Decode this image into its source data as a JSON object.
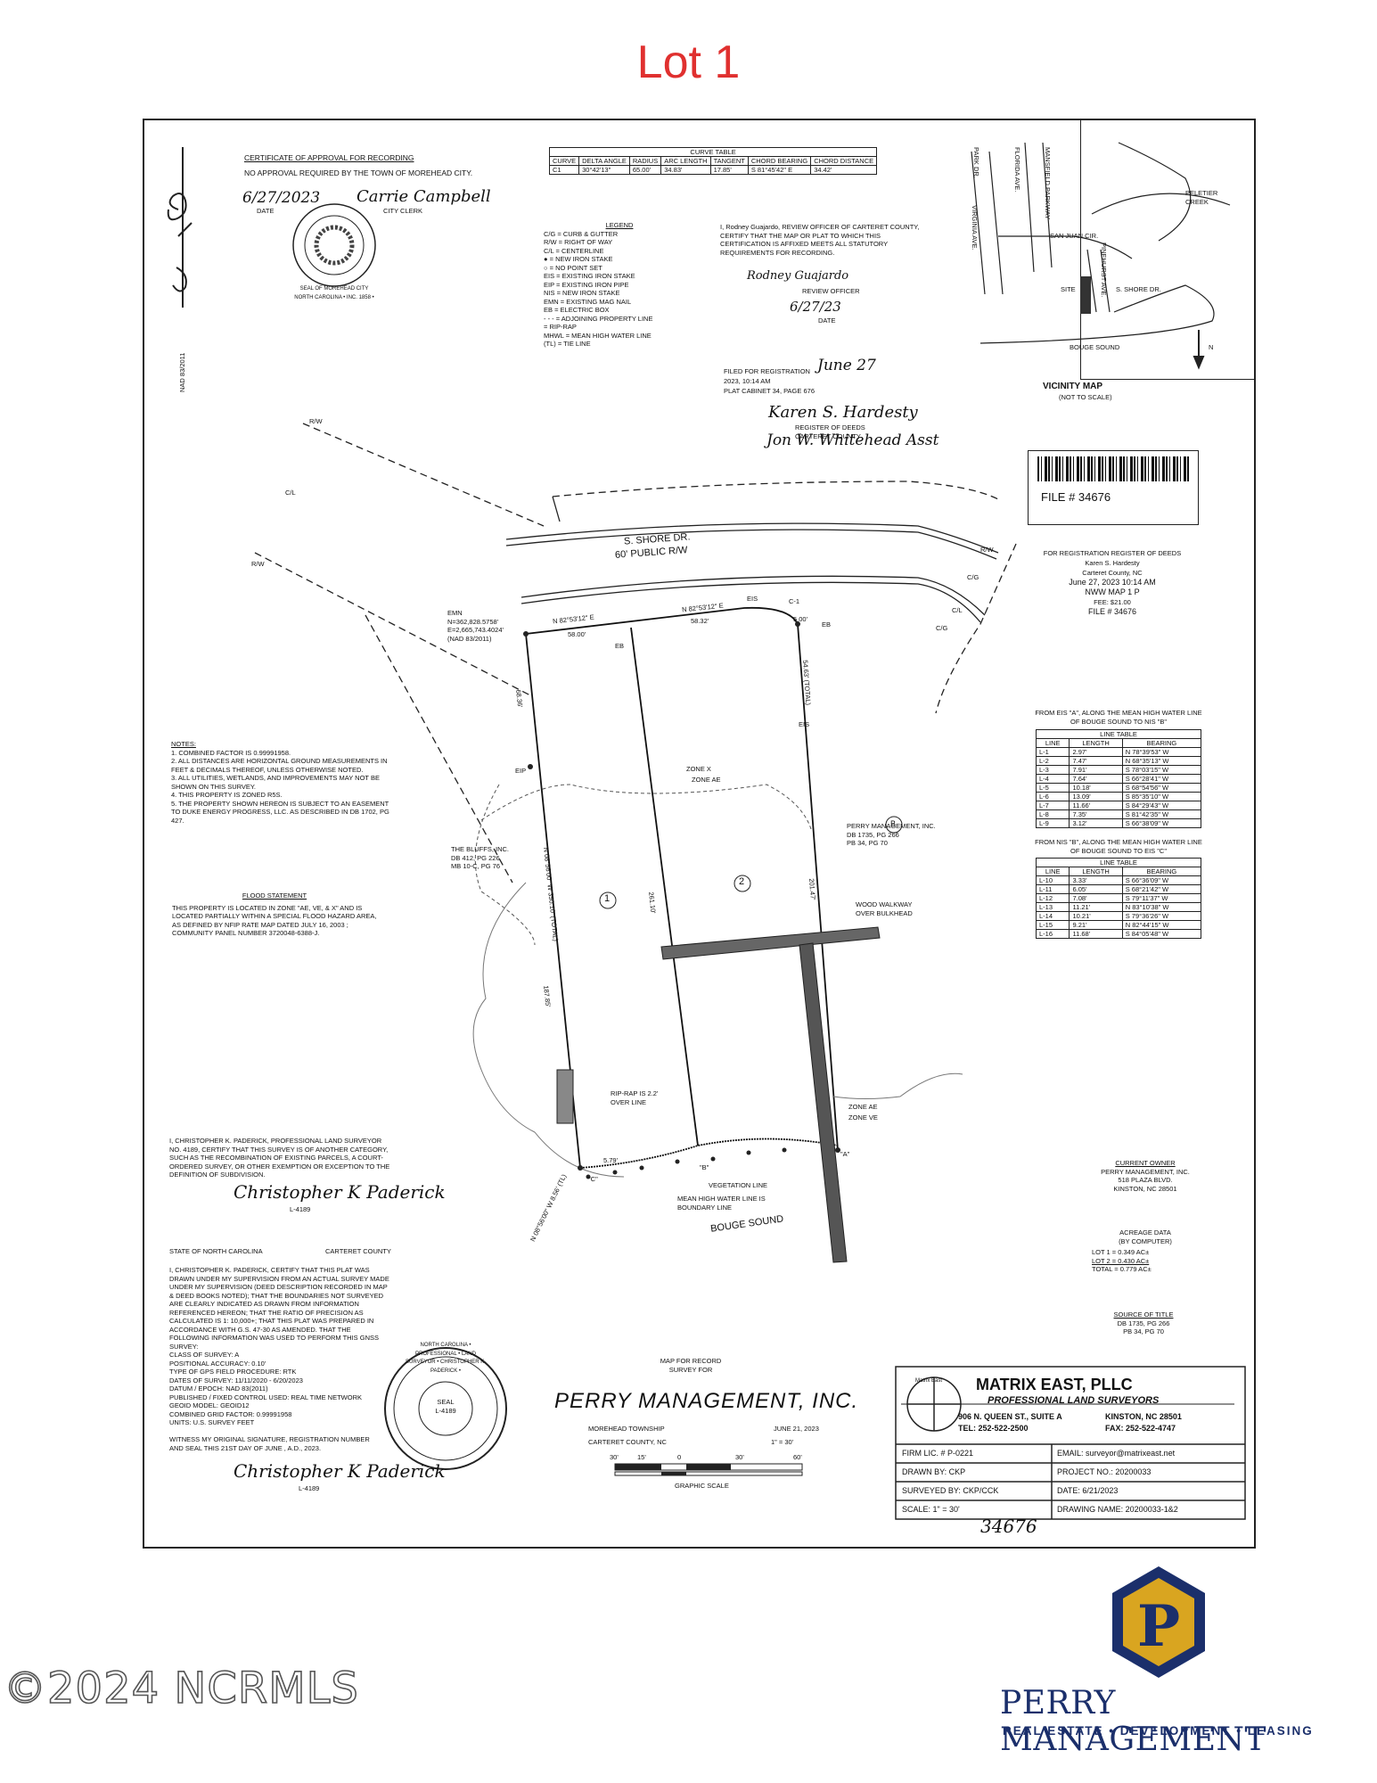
{
  "header": {
    "title": "Lot 1"
  },
  "approval": {
    "title": "CERTIFICATE OF APPROVAL FOR RECORDING",
    "text": "NO APPROVAL REQUIRED BY THE TOWN OF MOREHEAD CITY.",
    "date_signed": "6/27/2023",
    "signature": "Carrie Campbell",
    "date_label": "DATE",
    "clerk_label": "CITY CLERK"
  },
  "curve_table": {
    "title": "CURVE TABLE",
    "headers": [
      "CURVE",
      "DELTA ANGLE",
      "RADIUS",
      "ARC LENGTH",
      "TANGENT",
      "CHORD BEARING",
      "CHORD DISTANCE"
    ],
    "rows": [
      [
        "C1",
        "30°42'13\"",
        "65.00'",
        "34.83'",
        "17.85'",
        "S 81°45'42\" E",
        "34.42'"
      ]
    ]
  },
  "legend": {
    "title": "LEGEND",
    "items": [
      "C/G = CURB & GUTTER",
      "R/W = RIGHT OF WAY",
      "C/L = CENTERLINE",
      "● = NEW IRON STAKE",
      "○ = NO POINT SET",
      "EIS = EXISTING IRON STAKE",
      "EIP = EXISTING IRON PIPE",
      "NIS = NEW IRON STAKE",
      "EMN = EXISTING MAG NAIL",
      "EB = ELECTRIC BOX",
      "- - - = ADJOINING PROPERTY LINE",
      "= RIP-RAP",
      "MHWL = MEAN HIGH WATER LINE",
      "(TL) = TIE LINE"
    ]
  },
  "review": {
    "text": "I, Rodney Guajardo, REVIEW OFFICER OF CARTERET COUNTY, CERTIFY THAT THE MAP OR PLAT TO WHICH THIS CERTIFICATION IS AFFIXED MEETS ALL STATUTORY REQUIREMENTS FOR RECORDING.",
    "signature": "Rodney Guajardo",
    "officer_label": "REVIEW OFFICER",
    "date_signed": "6/27/23",
    "date_label": "DATE"
  },
  "registration": {
    "filed_label": "FILED FOR REGISTRATION",
    "filed_date": "June 27",
    "year_time": "2023, 10:14 AM",
    "plat_cabinet": "PLAT CABINET 34, PAGE 676",
    "register_signature": "Karen S. Hardesty",
    "register_label": "REGISTER OF DEEDS CARTERET COUNTY",
    "assistant_signature": "Jon W. Whitehead Asst"
  },
  "stamp": {
    "file_no": "FILE # 34676",
    "header": "FOR REGISTRATION REGISTER OF DEEDS",
    "name": "Karen S. Hardesty",
    "county": "Carteret County, NC",
    "datetime": "June 27, 2023 10:14 AM",
    "type": "NWW MAP 1 P",
    "fee": "FEE: $21.00",
    "file_no2": "FILE # 34676"
  },
  "vicinity": {
    "title": "VICINITY MAP",
    "subtitle": "(NOT TO SCALE)",
    "labels": [
      "PARK DR.",
      "FLORIDA AVE.",
      "MANSFIELD PARKWAY",
      "VIRGINIA AVE.",
      "SAN JUAN CIR.",
      "PELETIER CREEK",
      "PINEHURST AVE.",
      "SITE",
      "S. SHORE DR.",
      "BOUGE SOUND",
      "N"
    ]
  },
  "plat": {
    "road": "S. SHORE DR.",
    "road_rw": "60' PUBLIC R/W",
    "lot1": "1",
    "lot2": "2",
    "emn": "EMN\nN=362,828.5758'\nE=2,665,743.4024'\n(NAD 83/2011)",
    "bearing_top1": "N 82°53'12\" E",
    "dist_top1": "58.00'",
    "bearing_top2": "N 82°53'12\" E",
    "dist_top2": "58.32'",
    "c1": "C-1",
    "offset": "5.00'",
    "eb": "EB",
    "eis": "EIS",
    "eip": "EIP",
    "left_dist": "68.36'",
    "left_total": "N 08°56'00\" W 350.10' (TOTAL)",
    "left_187": "187.85'",
    "mid_dist": "261.10'",
    "right_dist": "54.63' (TOTAL)",
    "right2": "201.47'",
    "zone_x": "ZONE X",
    "zone_ae": "ZONE AE",
    "zone_ae2": "ZONE AE",
    "zone_ve": "ZONE VE",
    "bluffs": "THE BLUFFS, INC.\nDB 412, PG 226\nMB 10-C, PG 76",
    "perry_adj": "PERRY MANAGEMENT, INC.\nDB 1735, PG 266\nPB 34, PG 70",
    "b_marker": "B",
    "walkway": "WOOD WALKWAY OVER BULKHEAD",
    "riprap": "RIP-RAP IS 2.2' OVER LINE",
    "mhwl": "MEAN HIGH WATER LINE IS BOUNDARY LINE",
    "vegetation": "VEGETATION LINE",
    "bouge": "BOUGE SOUND",
    "tie": "N 08°56'00\" W 8.56' (TL)",
    "c_label": "\"C\"",
    "a_label": "\"A\"",
    "b_label": "\"B\"",
    "d579": "5.79'",
    "rw": "R/W",
    "cl": "C/L",
    "cg": "C/G"
  },
  "notes": {
    "title": "NOTES:",
    "items": [
      "1. COMBINED FACTOR IS 0.99991958.",
      "2. ALL DISTANCES ARE HORIZONTAL GROUND MEASUREMENTS IN FEET & DECIMALS THEREOF, UNLESS OTHERWISE NOTED.",
      "3. ALL UTILITIES, WETLANDS, AND IMPROVEMENTS MAY NOT BE SHOWN ON THIS SURVEY.",
      "4. THIS PROPERTY IS ZONED R5S.",
      "5. THE PROPERTY SHOWN HEREON IS SUBJECT TO AN EASEMENT TO DUKE ENERGY PROGRESS, LLC. AS DESCRIBED IN DB 1702, PG 427."
    ]
  },
  "flood": {
    "title": "FLOOD STATEMENT",
    "text": "THIS PROPERTY IS LOCATED IN ZONE \"AE, VE, & X\" AND IS LOCATED PARTIALLY WITHIN A SPECIAL FLOOD HAZARD AREA, AS DEFINED BY NFIP RATE MAP DATED JULY 16, 2003 ; COMMUNITY PANEL NUMBER 3720048-6388-J."
  },
  "line_table_a": {
    "caption": "FROM EIS \"A\", ALONG THE MEAN HIGH WATER LINE OF BOUGE SOUND TO NIS \"B\"",
    "title": "LINE TABLE",
    "headers": [
      "LINE",
      "LENGTH",
      "BEARING"
    ],
    "rows": [
      [
        "L-1",
        "2.97'",
        "N 78°39'53\" W"
      ],
      [
        "L-2",
        "7.47'",
        "N 68°35'13\" W"
      ],
      [
        "L-3",
        "7.91'",
        "S 78°03'15\" W"
      ],
      [
        "L-4",
        "7.64'",
        "S 66°28'41\" W"
      ],
      [
        "L-5",
        "10.18'",
        "S 68°54'56\" W"
      ],
      [
        "L-6",
        "13.09'",
        "S 85°35'10\" W"
      ],
      [
        "L-7",
        "11.66'",
        "S 84°29'43\" W"
      ],
      [
        "L-8",
        "7.35'",
        "S 81°42'35\" W"
      ],
      [
        "L-9",
        "3.12'",
        "S 66°38'09\" W"
      ]
    ]
  },
  "line_table_b": {
    "caption": "FROM NIS \"B\", ALONG THE MEAN HIGH WATER LINE OF BOUGE SOUND TO EIS \"C\"",
    "title": "LINE TABLE",
    "headers": [
      "LINE",
      "LENGTH",
      "BEARING"
    ],
    "rows": [
      [
        "L-10",
        "3.33'",
        "S 66°36'09\" W"
      ],
      [
        "L-11",
        "6.05'",
        "S 68°21'42\" W"
      ],
      [
        "L-12",
        "7.08'",
        "S 79°11'37\" W"
      ],
      [
        "L-13",
        "11.21'",
        "N 83°10'38\" W"
      ],
      [
        "L-14",
        "10.21'",
        "S 79°36'26\" W"
      ],
      [
        "L-15",
        "9.21'",
        "N 82°44'15\" W"
      ],
      [
        "L-16",
        "11.68'",
        "S 84°05'48\" W"
      ]
    ]
  },
  "owner": {
    "title": "CURRENT OWNER",
    "lines": [
      "PERRY MANAGEMENT, INC.",
      "518 PLAZA BLVD.",
      "KINSTON, NC 28501"
    ]
  },
  "acreage": {
    "title": "ACREAGE DATA",
    "subtitle": "(BY COMPUTER)",
    "lot1": "LOT 1 = 0.349 AC±",
    "lot2": "LOT 2 = 0.430 AC±",
    "total": "TOTAL = 0.779 AC±"
  },
  "title_source": {
    "title": "SOURCE OF TITLE",
    "lines": [
      "DB 1735, PG 266",
      "PB 34, PG 70"
    ]
  },
  "surveyor_cert1": {
    "text": "I, CHRISTOPHER K. PADERICK, PROFESSIONAL LAND SURVEYOR NO. 4189, CERTIFY THAT THIS SURVEY IS OF ANOTHER CATEGORY, SUCH AS THE RECOMBINATION OF EXISTING PARCELS, A COURT-ORDERED SURVEY, OR OTHER EXEMPTION OR EXCEPTION TO THE DEFINITION OF SUBDIVISION.",
    "signature": "Christopher K Paderick",
    "license": "L-4189"
  },
  "surveyor_cert2": {
    "state": "STATE OF NORTH CAROLINA",
    "county": "CARTERET COUNTY",
    "text": "I, CHRISTOPHER K. PADERICK, CERTIFY THAT THIS PLAT WAS DRAWN UNDER MY SUPERVISION FROM AN ACTUAL SURVEY MADE UNDER MY SUPERVISION (DEED DESCRIPTION RECORDED IN MAP & DEED BOOKS NOTED); THAT THE BOUNDARIES NOT SURVEYED ARE CLEARLY INDICATED AS DRAWN FROM INFORMATION REFERENCED HEREON; THAT THE RATIO OF PRECISION AS CALCULATED IS 1: 10,000+; THAT THIS PLAT WAS PREPARED IN ACCORDANCE WITH G.S. 47-30 AS AMENDED. THAT THE FOLLOWING INFORMATION WAS USED TO PERFORM THIS GNSS SURVEY:",
    "fields": [
      "CLASS OF SURVEY: A",
      "POSITIONAL ACCURACY: 0.10'",
      "TYPE OF GPS FIELD PROCEDURE: RTK",
      "DATES OF SURVEY: 11/11/2020 - 6/20/2023",
      "DATUM / EPOCH: NAD 83(2011)",
      "PUBLISHED / FIXED CONTROL USED: REAL TIME NETWORK",
      "GEOID MODEL: GEOID12",
      "COMBINED GRID FACTOR: 0.99991958",
      "UNITS: U.S. SURVEY FEET"
    ],
    "witness": "WITNESS MY ORIGINAL SIGNATURE, REGISTRATION NUMBER AND SEAL THIS 21ST DAY OF JUNE , A.D., 2023.",
    "signature": "Christopher K Paderick",
    "license": "L-4189"
  },
  "seal": {
    "ring": "NORTH CAROLINA • PROFESSIONAL • LAND SURVEYOR • CHRISTOPHER K. PADERICK •",
    "center": "SEAL\nL-4189"
  },
  "city_seal": {
    "ring": "SEAL OF MOREHEAD CITY NORTH CAROLINA • INC. 1858 •"
  },
  "map_record": {
    "line1": "MAP FOR RECORD",
    "line2": "SURVEY FOR",
    "client": "PERRY MANAGEMENT, INC.",
    "township": "MOREHEAD TOWNSHIP",
    "date": "JUNE 21, 2023",
    "county": "CARTERET COUNTY, NC",
    "scale": "1\" = 30'",
    "scale_ticks": [
      "30'",
      "15'",
      "0",
      "30'",
      "60'"
    ],
    "graphic_scale": "GRAPHIC SCALE"
  },
  "firm": {
    "name": "MATRIX EAST, PLLC",
    "sub": "PROFESSIONAL LAND SURVEYORS",
    "address": "906 N. QUEEN ST., SUITE A",
    "city": "KINSTON, NC 28501",
    "tel": "TEL: 252-522-2500",
    "fax": "FAX: 252-522-4747",
    "rows": [
      [
        "FIRM LIC. # P-0221",
        "EMAIL: surveyor@matrixeast.net"
      ],
      [
        "DRAWN BY: CKP",
        "PROJECT NO.: 20200033"
      ],
      [
        "SURVEYED BY: CKP/CCK",
        "DATE: 6/21/2023"
      ],
      [
        "SCALE: 1\" = 30'",
        "DRAWING NAME: 20200033-1&2"
      ]
    ],
    "logo_text": "Matrix East"
  },
  "nad": "NAD 83/2011",
  "handwritten_no": "34676",
  "watermark": "©2024 NCRMLS",
  "brand": {
    "name": "PERRY MANAGEMENT",
    "tagline": "REAL ESTATE • DEVELOPMENT • LEASING",
    "logo_letter": "P"
  },
  "colors": {
    "title_red": "#e0302f",
    "brand_navy": "#1b2f6b",
    "brand_gold": "#d9a520"
  }
}
